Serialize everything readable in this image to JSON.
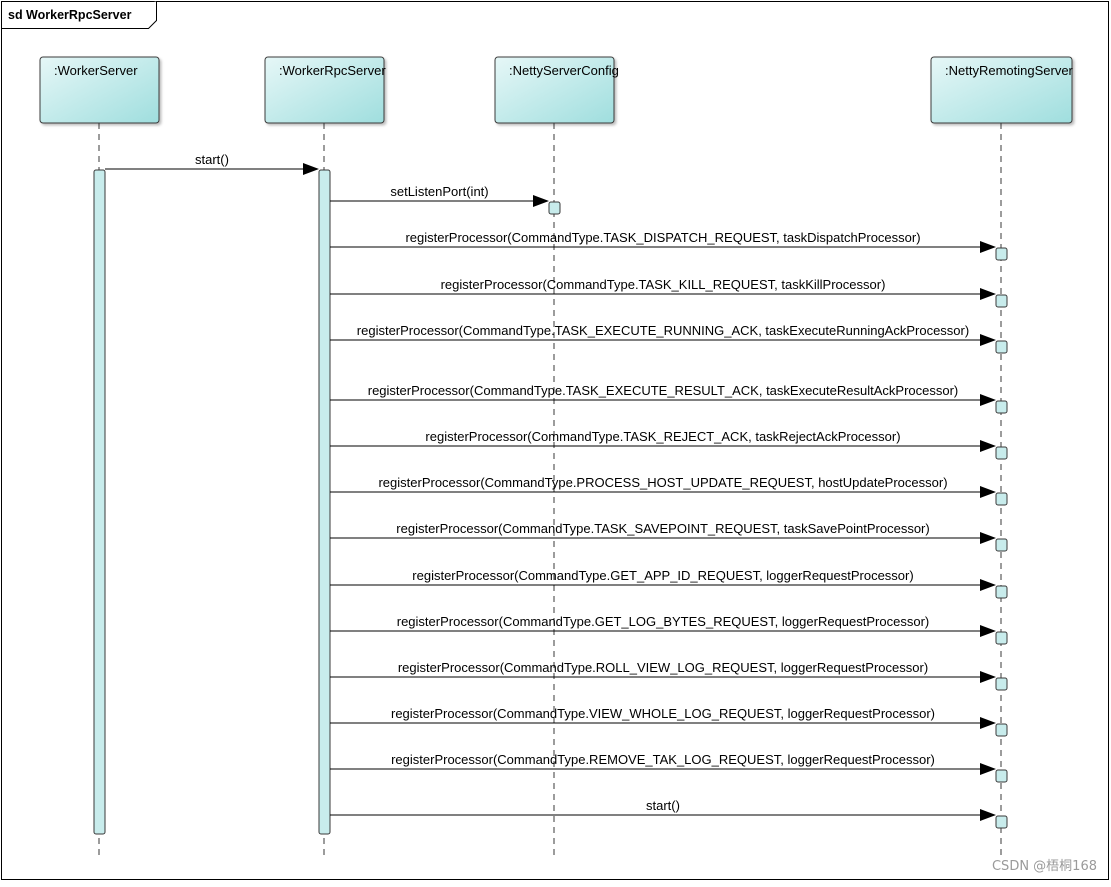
{
  "diagram": {
    "frame_label": "sd WorkerRpcServer",
    "participants": [
      {
        "id": "ws",
        "label": ":WorkerServer"
      },
      {
        "id": "wrs",
        "label": ":WorkerRpcServer"
      },
      {
        "id": "nsc",
        "label": ":NettyServerConfig"
      },
      {
        "id": "nrs",
        "label": ":NettyRemotingServer"
      }
    ],
    "messages": [
      {
        "from": "ws",
        "to": "wrs",
        "label": "start()"
      },
      {
        "from": "wrs",
        "to": "nsc",
        "label": "setListenPort(int)"
      },
      {
        "from": "wrs",
        "to": "nrs",
        "label": "registerProcessor(CommandType.TASK_DISPATCH_REQUEST, taskDispatchProcessor)"
      },
      {
        "from": "wrs",
        "to": "nrs",
        "label": "registerProcessor(CommandType.TASK_KILL_REQUEST, taskKillProcessor)"
      },
      {
        "from": "wrs",
        "to": "nrs",
        "label": "registerProcessor(CommandType.TASK_EXECUTE_RUNNING_ACK, taskExecuteRunningAckProcessor)"
      },
      {
        "from": "wrs",
        "to": "nrs",
        "label": "registerProcessor(CommandType.TASK_EXECUTE_RESULT_ACK, taskExecuteResultAckProcessor)"
      },
      {
        "from": "wrs",
        "to": "nrs",
        "label": "registerProcessor(CommandType.TASK_REJECT_ACK, taskRejectAckProcessor)"
      },
      {
        "from": "wrs",
        "to": "nrs",
        "label": "registerProcessor(CommandType.PROCESS_HOST_UPDATE_REQUEST, hostUpdateProcessor)"
      },
      {
        "from": "wrs",
        "to": "nrs",
        "label": "registerProcessor(CommandType.TASK_SAVEPOINT_REQUEST, taskSavePointProcessor)"
      },
      {
        "from": "wrs",
        "to": "nrs",
        "label": "registerProcessor(CommandType.GET_APP_ID_REQUEST, loggerRequestProcessor)"
      },
      {
        "from": "wrs",
        "to": "nrs",
        "label": "registerProcessor(CommandType.GET_LOG_BYTES_REQUEST, loggerRequestProcessor)"
      },
      {
        "from": "wrs",
        "to": "nrs",
        "label": "registerProcessor(CommandType.ROLL_VIEW_LOG_REQUEST, loggerRequestProcessor)"
      },
      {
        "from": "wrs",
        "to": "nrs",
        "label": "registerProcessor(CommandType.VIEW_WHOLE_LOG_REQUEST, loggerRequestProcessor)"
      },
      {
        "from": "wrs",
        "to": "nrs",
        "label": "registerProcessor(CommandType.REMOVE_TAK_LOG_REQUEST, loggerRequestProcessor)"
      },
      {
        "from": "wrs",
        "to": "nrs",
        "label": "start()"
      }
    ],
    "watermark": "CSDN @梧桐168",
    "colors": {
      "header_fill_top": "#e6f7f7",
      "header_fill_bottom": "#9fdede",
      "activation_fill": "#c8ecec",
      "stroke": "#3a3a3a",
      "frame": "#000000"
    }
  }
}
